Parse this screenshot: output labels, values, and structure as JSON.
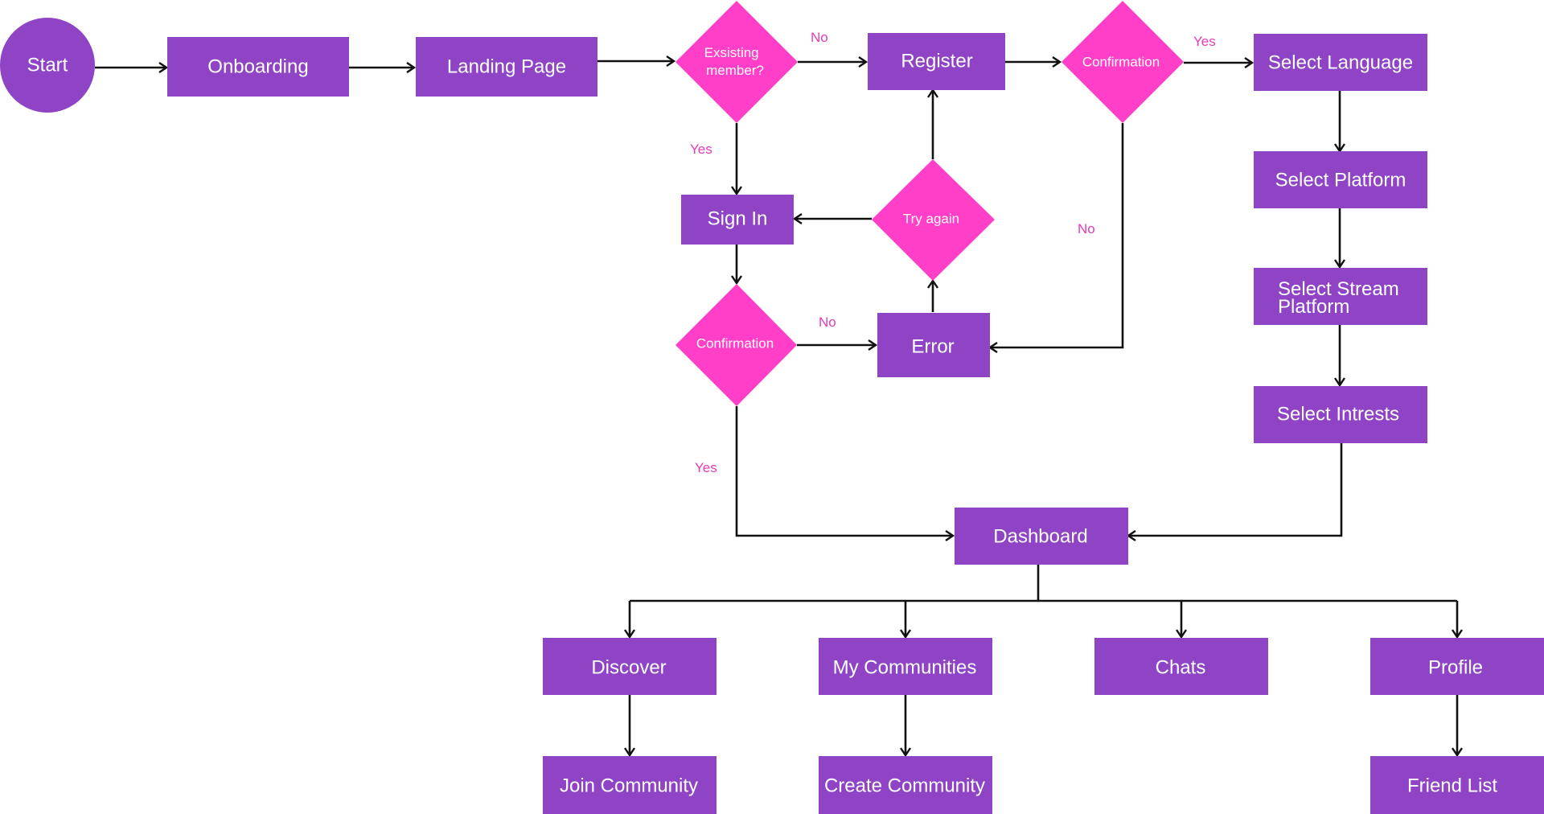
{
  "colors": {
    "process": "#8e44c4",
    "decision": "#ff3fc8",
    "edge": "#111111",
    "edge_label": "#e63cb8",
    "node_text": "#ffffff"
  },
  "nodes": {
    "start": "Start",
    "onboarding": "Onboarding",
    "landing_page": "Landing Page",
    "existing_member": [
      "Exsisting",
      "member?"
    ],
    "register": "Register",
    "confirmation_register": "Confirmation",
    "select_language": "Select Language",
    "select_platform": "Select Platform",
    "select_stream_platform": [
      "Select Stream",
      "Platform"
    ],
    "select_interests": "Select Intrests",
    "sign_in": "Sign In",
    "try_again": "Try again",
    "confirmation_signin": "Confirmation",
    "error": "Error",
    "dashboard": "Dashboard",
    "discover": "Discover",
    "my_communities": "My Communities",
    "chats": "Chats",
    "profile": "Profile",
    "join_community": "Join Community",
    "create_community": "Create Community",
    "friend_list": "Friend List"
  },
  "edge_labels": {
    "existing_no": "No",
    "existing_yes": "Yes",
    "register_confirm_yes": "Yes",
    "register_confirm_no": "No",
    "signin_confirm_no": "No",
    "signin_confirm_yes": "Yes"
  }
}
